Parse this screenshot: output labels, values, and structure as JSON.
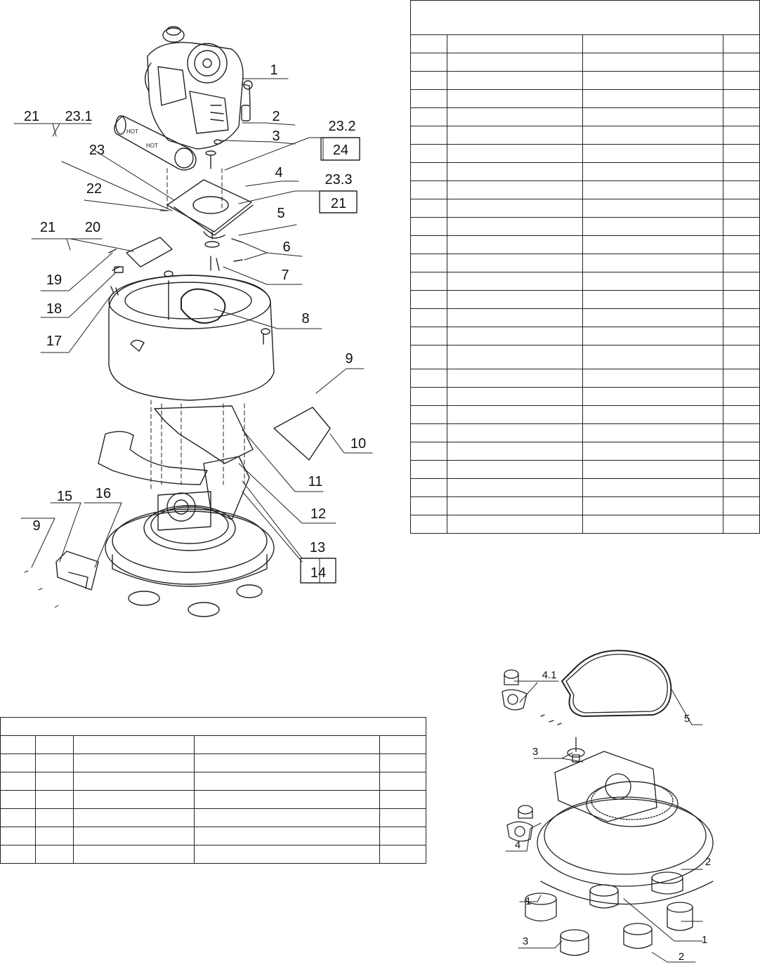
{
  "main_diagram": {
    "callouts": [
      "1",
      "2",
      "3",
      "23.2",
      "24",
      "4",
      "23.3",
      "21",
      "5",
      "6",
      "7",
      "8",
      "9",
      "10",
      "11",
      "12",
      "13",
      "14",
      "21",
      "23.1",
      "23",
      "22",
      "21",
      "20",
      "19",
      "18",
      "17",
      "15",
      "16",
      "9"
    ]
  },
  "inset_diagram": {
    "callouts": [
      "4.1",
      "5",
      "3",
      "4",
      "2",
      "1",
      "3",
      "2",
      "1"
    ]
  },
  "colors": {
    "line": "#222222",
    "background": "#ffffff"
  }
}
